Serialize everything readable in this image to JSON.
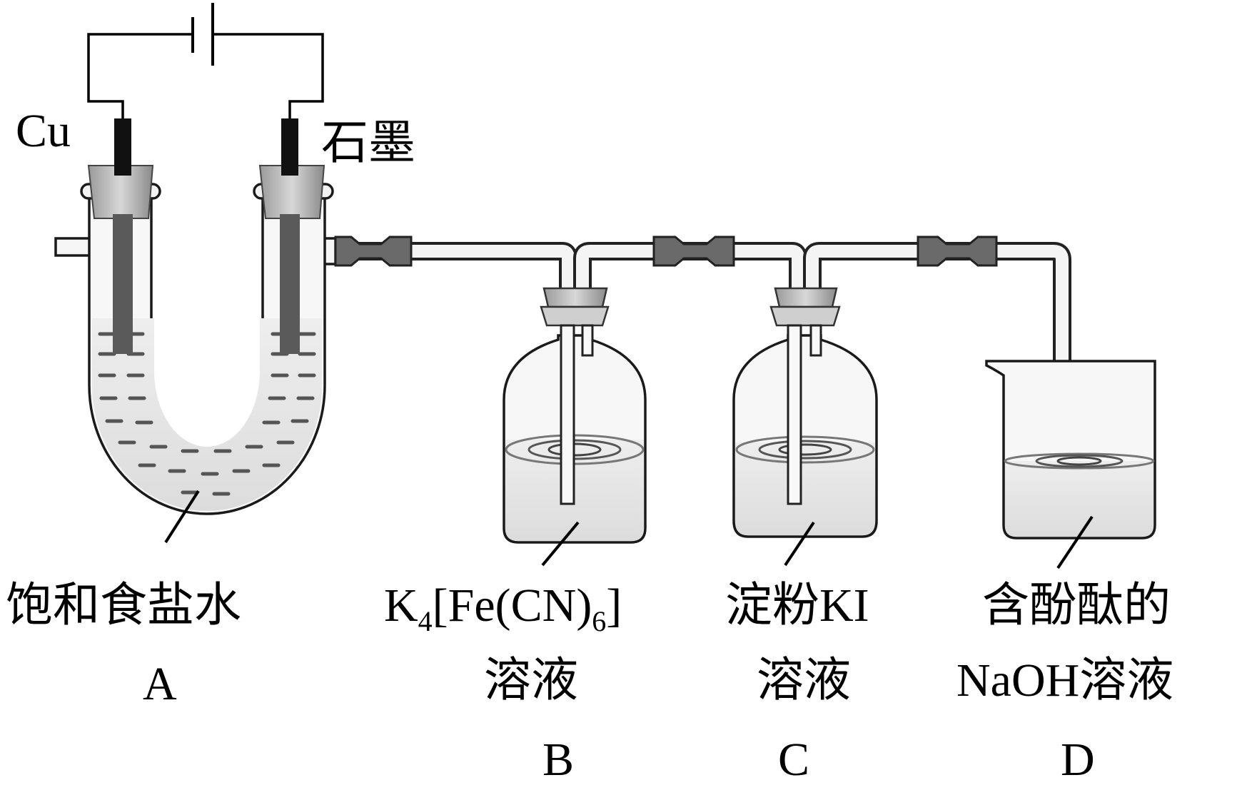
{
  "labels": {
    "electrode_left": "Cu",
    "electrode_right": "石墨",
    "solution_a": "饱和食盐水",
    "letter_a": "A",
    "solution_b_k": "K",
    "solution_b_4": "4",
    "solution_b_mid": "[Fe(CN)",
    "solution_b_6": "6",
    "solution_b_end": "]",
    "solution_b_line2": "溶液",
    "letter_b": "B",
    "solution_c_line1": "淀粉KI",
    "solution_c_line2": "溶液",
    "letter_c": "C",
    "solution_d_line1": "含酚酞的",
    "solution_d_line2": "NaOH溶液",
    "letter_d": "D"
  }
}
